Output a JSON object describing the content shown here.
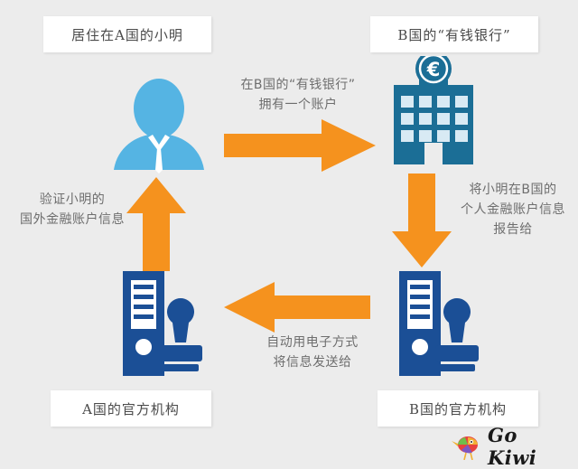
{
  "diagram": {
    "background_color": "#ececec",
    "accent_arrow_color": "#F5921E",
    "person_color": "#55B4E3",
    "bank_color": "#1B6E96",
    "archive_color": "#1B4F96",
    "labels": {
      "person": "居住在A国的小明",
      "bank": "B国的“有钱银行”",
      "agency_a": "A国的官方机构",
      "agency_b": "B国的官方机构"
    },
    "notes": {
      "top": "在B国的“有钱银行”\n拥有一个账户",
      "right": "将小明在B国的\n个人金融账户信息\n报告给",
      "bottom": "自动用电子方式\n将信息发送给",
      "left": "验证小明的\n国外金融账户信息"
    },
    "icons": {
      "person": "businessman-avatar-icon",
      "bank": "bank-building-euro-icon",
      "agency_a": "archive-binder-stamp-icon",
      "agency_b": "archive-binder-stamp-icon",
      "arrow_right": "arrow-right-icon",
      "arrow_down": "arrow-down-icon",
      "arrow_left": "arrow-left-icon",
      "arrow_up": "arrow-up-icon"
    },
    "currency_symbol": "€"
  },
  "brand": {
    "name": "Go Kiwi",
    "mark": "kiwi-bird-logo"
  }
}
